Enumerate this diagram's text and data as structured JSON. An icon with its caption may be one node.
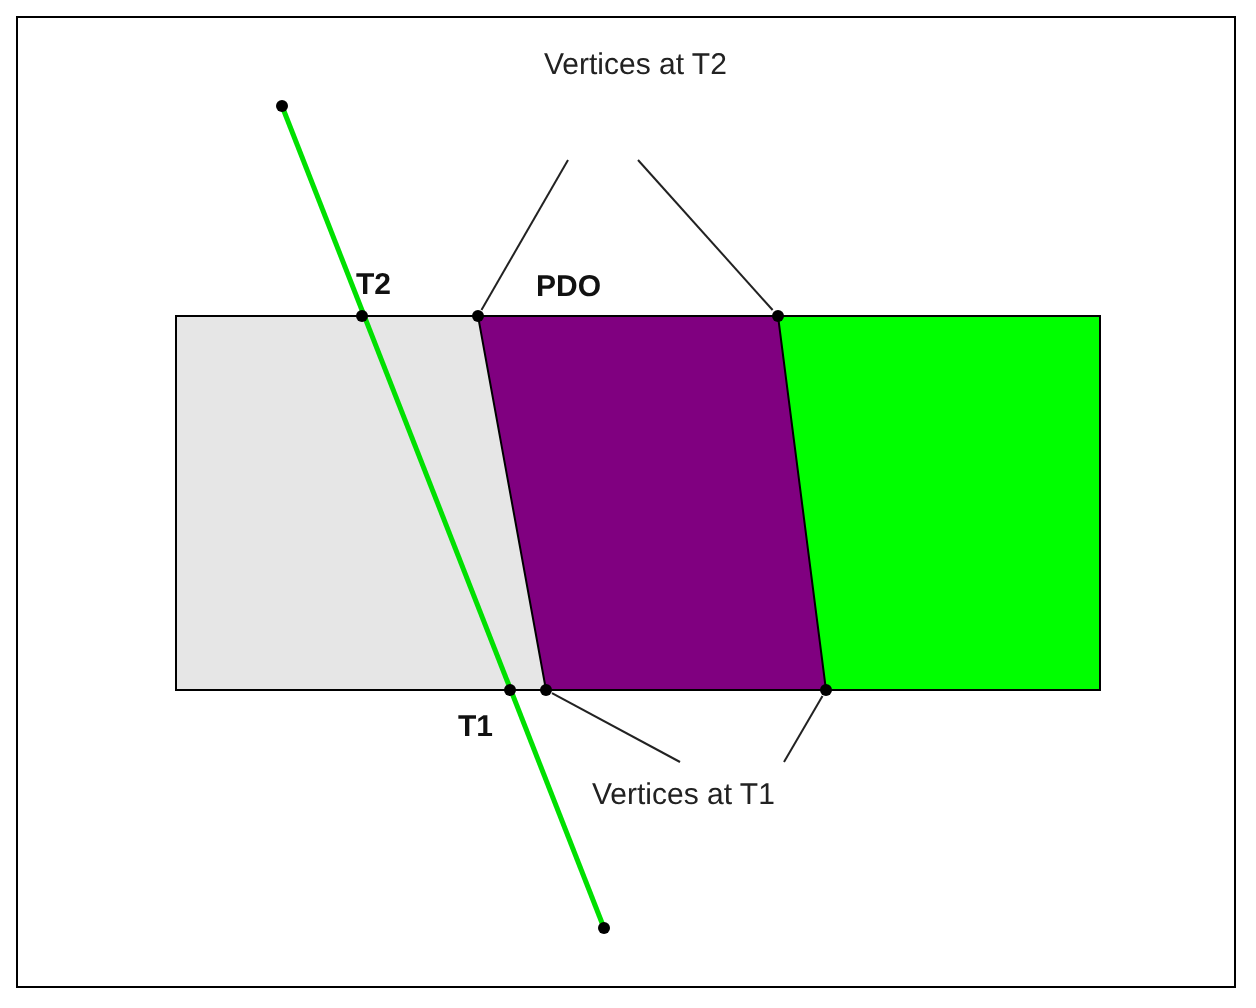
{
  "diagram": {
    "nodes": [
      {
        "text": [
          "Vertices at T2"
        ]
      },
      {
        "text": [],
        "shape": "circle"
      },
      {
        "text": [],
        "shape": "circle"
      },
      {
        "text": [],
        "shape": "circle"
      },
      {
        "text": [],
        "shape": "circle"
      },
      {
        "text": [
          "Vertices at T1"
        ]
      }
    ],
    "edges": [
      {
        "from": 0,
        "to": 1,
        "arrow": "none"
      },
      {
        "from": 0,
        "to": 2,
        "arrow": "none"
      },
      {
        "from": 5,
        "to": 3,
        "arrow": "none"
      },
      {
        "from": 5,
        "to": 4,
        "arrow": "none"
      }
    ],
    "labels": [
      "T2",
      "PDO",
      "T1"
    ]
  }
}
